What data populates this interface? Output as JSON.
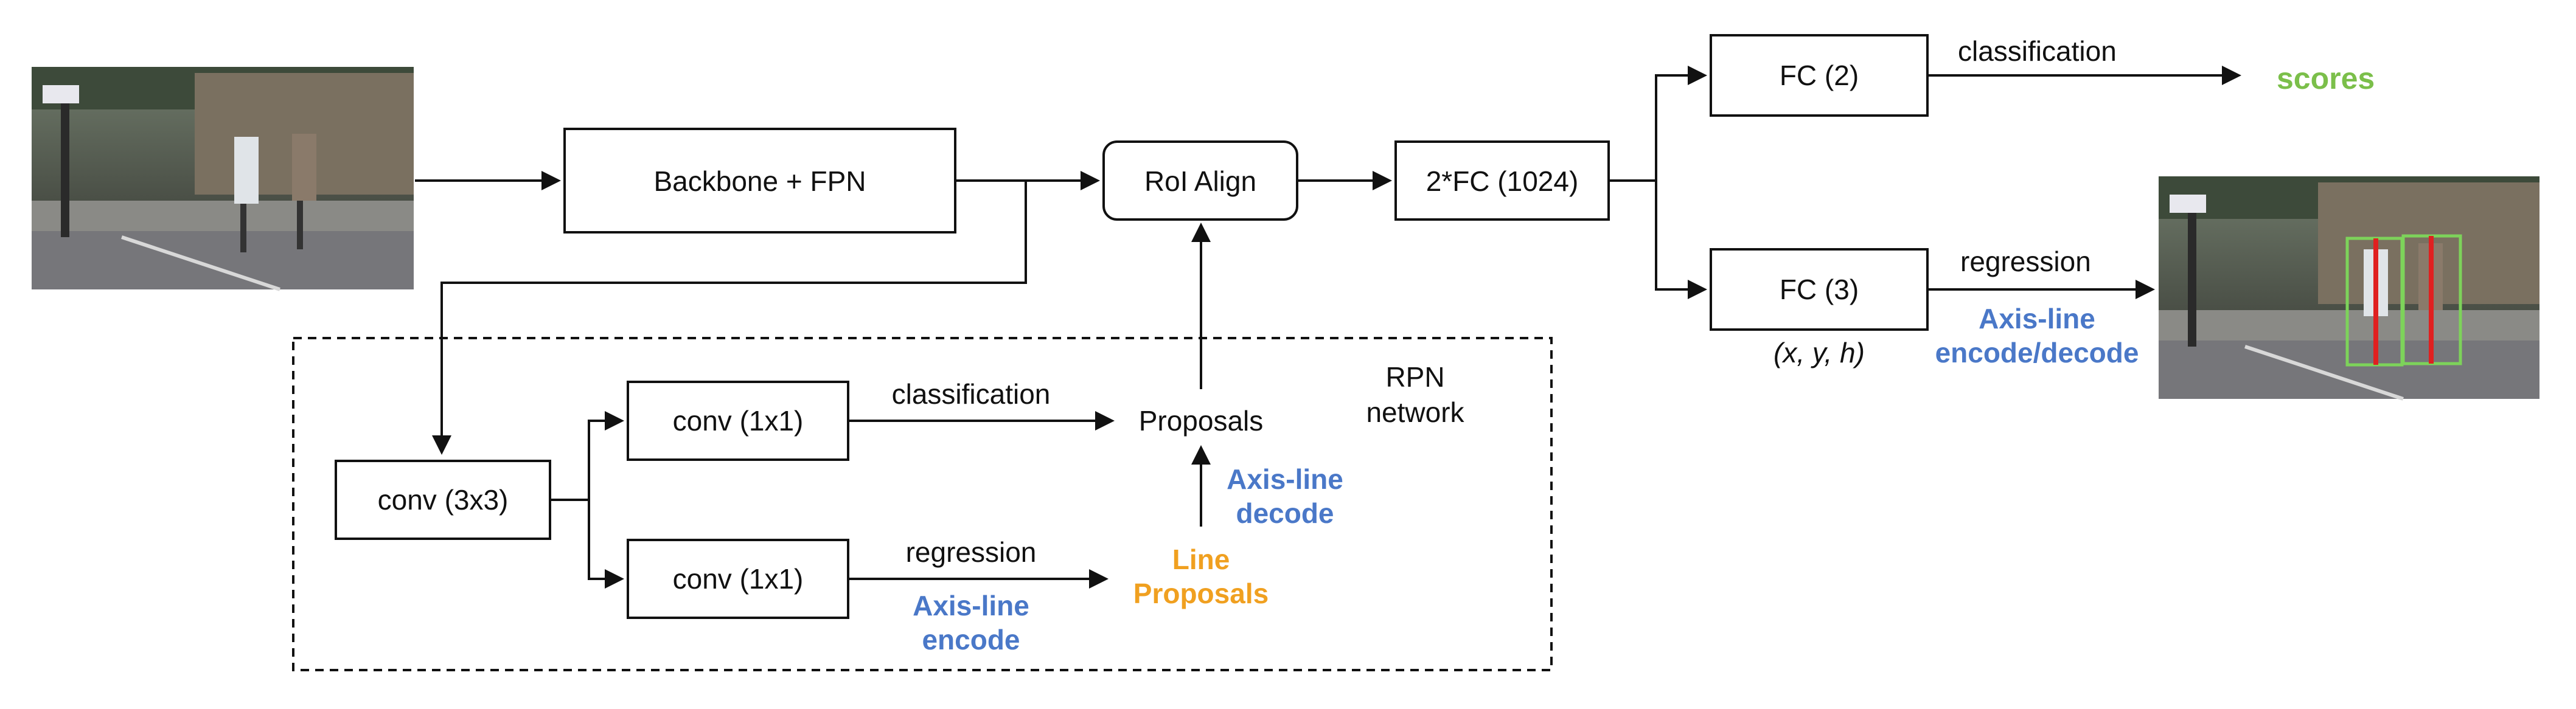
{
  "nodes": {
    "backbone": "Backbone + FPN",
    "roi_align": "RoI Align",
    "fc1024": "2*FC (1024)",
    "fc2": "FC (2)",
    "fc3": "FC (3)",
    "conv3x3": "conv (3x3)",
    "conv1x1_top": "conv (1x1)",
    "conv1x1_bottom": "conv (1x1)",
    "proposals": "Proposals"
  },
  "labels": {
    "classification_top": "classification",
    "scores": "scores",
    "regression_top": "regression",
    "axis_line_encode_decode_1": "Axis-line",
    "axis_line_encode_decode_2": "encode/decode",
    "xyh": "(x, y, h)",
    "rpn_1": "RPN",
    "rpn_2": "network",
    "classification_rpn": "classification",
    "regression_rpn": "regression",
    "axis_line_encode_1": "Axis-line",
    "axis_line_encode_2": "encode",
    "axis_line_decode_1": "Axis-line",
    "axis_line_decode_2": "decode",
    "line_proposals_1": "Line",
    "line_proposals_2": "Proposals"
  },
  "colors": {
    "blue_text": "#4a78c8",
    "orange_text": "#f0a020",
    "green_text": "#7bbf4a",
    "detection_box": "#7dd35a",
    "axis_line": "#e02020"
  },
  "images": {
    "input": "street-scene-input-photo",
    "output": "street-scene-output-detections-photo"
  }
}
